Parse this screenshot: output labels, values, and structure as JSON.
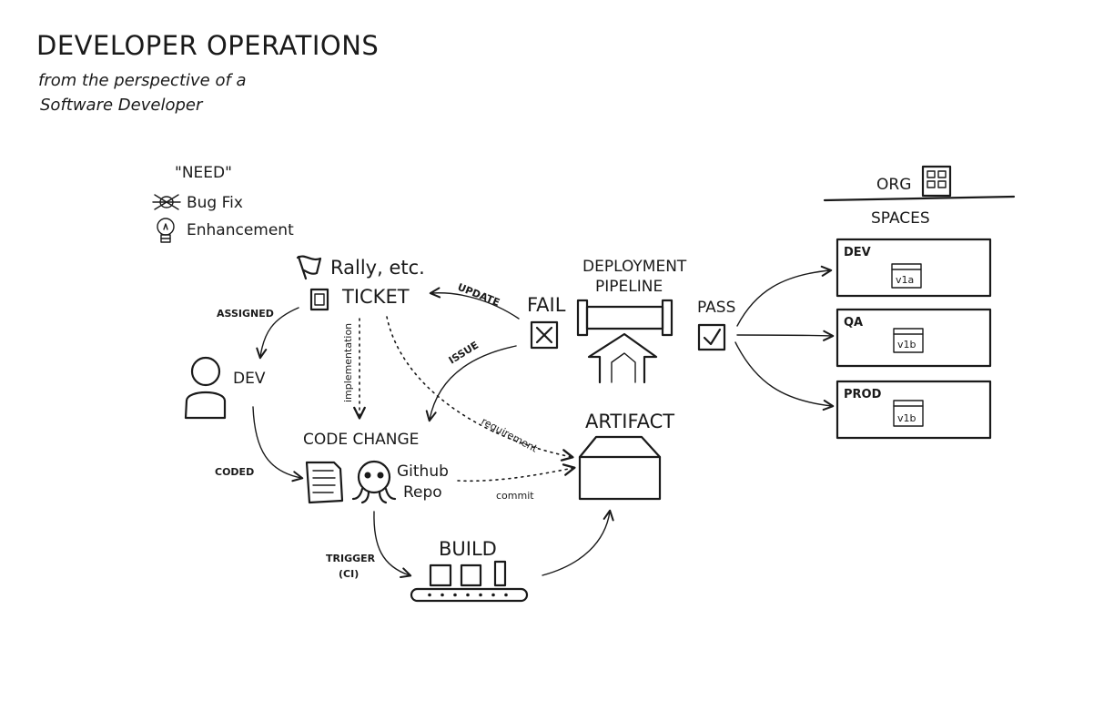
{
  "title": "DEVELOPER OPERATIONS",
  "subtitle_line1": "from the perspective of a",
  "subtitle_line2": "Software Developer",
  "need": {
    "heading": "\"NEED\"",
    "items": [
      {
        "label": "Bug Fix",
        "icon": "bug-icon"
      },
      {
        "label": "Enhancement",
        "icon": "lightbulb-icon"
      }
    ]
  },
  "ticket": {
    "tool_label": "Rally, etc.",
    "label": "TICKET"
  },
  "dev": {
    "label": "DEV"
  },
  "code_change": {
    "label": "CODE CHANGE"
  },
  "repo": {
    "line1": "Github",
    "line2": "Repo"
  },
  "build": {
    "label": "BUILD"
  },
  "artifact": {
    "label": "ARTIFACT"
  },
  "pipeline": {
    "line1": "DEPLOYMENT",
    "line2": "PIPELINE"
  },
  "fail": {
    "label": "FAIL"
  },
  "pass": {
    "label": "PASS"
  },
  "org": {
    "label": "ORG",
    "spaces_label": "SPACES"
  },
  "spaces": [
    {
      "name": "DEV",
      "version": "v1a"
    },
    {
      "name": "QA",
      "version": "v1b"
    },
    {
      "name": "PROD",
      "version": "v1b"
    }
  ],
  "edges": {
    "assigned": "ASSIGNED",
    "coded": "CODED",
    "implementation": "implementation",
    "requirement": "requirement",
    "commit": "commit",
    "update": "UPDATE",
    "issue": "ISSUE",
    "trigger_line1": "TRIGGER",
    "trigger_line2": "(CI)"
  },
  "colors": {
    "ink": "#1a1a1a",
    "paper": "#ffffff"
  }
}
